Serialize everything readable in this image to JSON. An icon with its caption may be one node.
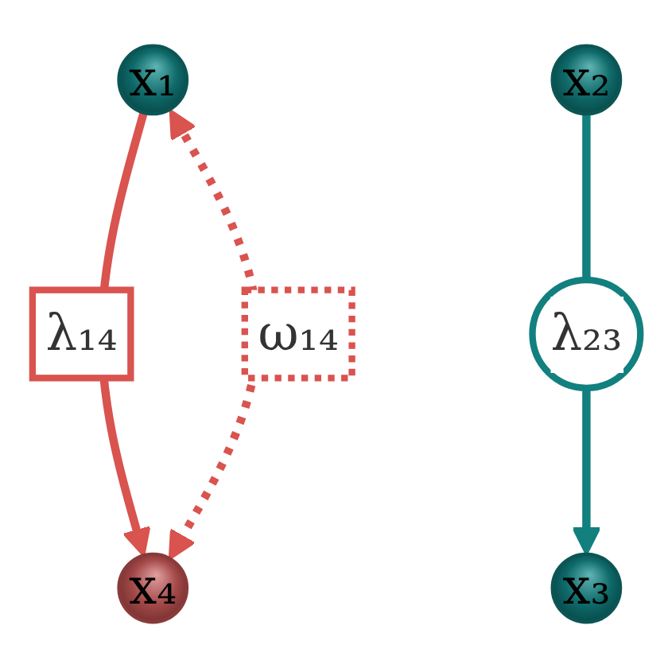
{
  "diagram": {
    "nodes": [
      {
        "text": [
          "x₁"
        ]
      },
      {
        "text": [
          "x₂"
        ]
      },
      {
        "text": [
          "x₃"
        ]
      },
      {
        "text": [
          "x₄"
        ]
      }
    ],
    "edges": [
      {
        "from": 0,
        "to": 3,
        "arrow": "to",
        "label": "λ₁₄"
      },
      {
        "from": 1,
        "to": 2,
        "arrow": "to",
        "label": "λ₂₃",
        "color": "#11807f"
      },
      {
        "from": 0,
        "to": 3,
        "arrow": "both",
        "label": "ω₁₄",
        "style": "dashed"
      }
    ]
  }
}
